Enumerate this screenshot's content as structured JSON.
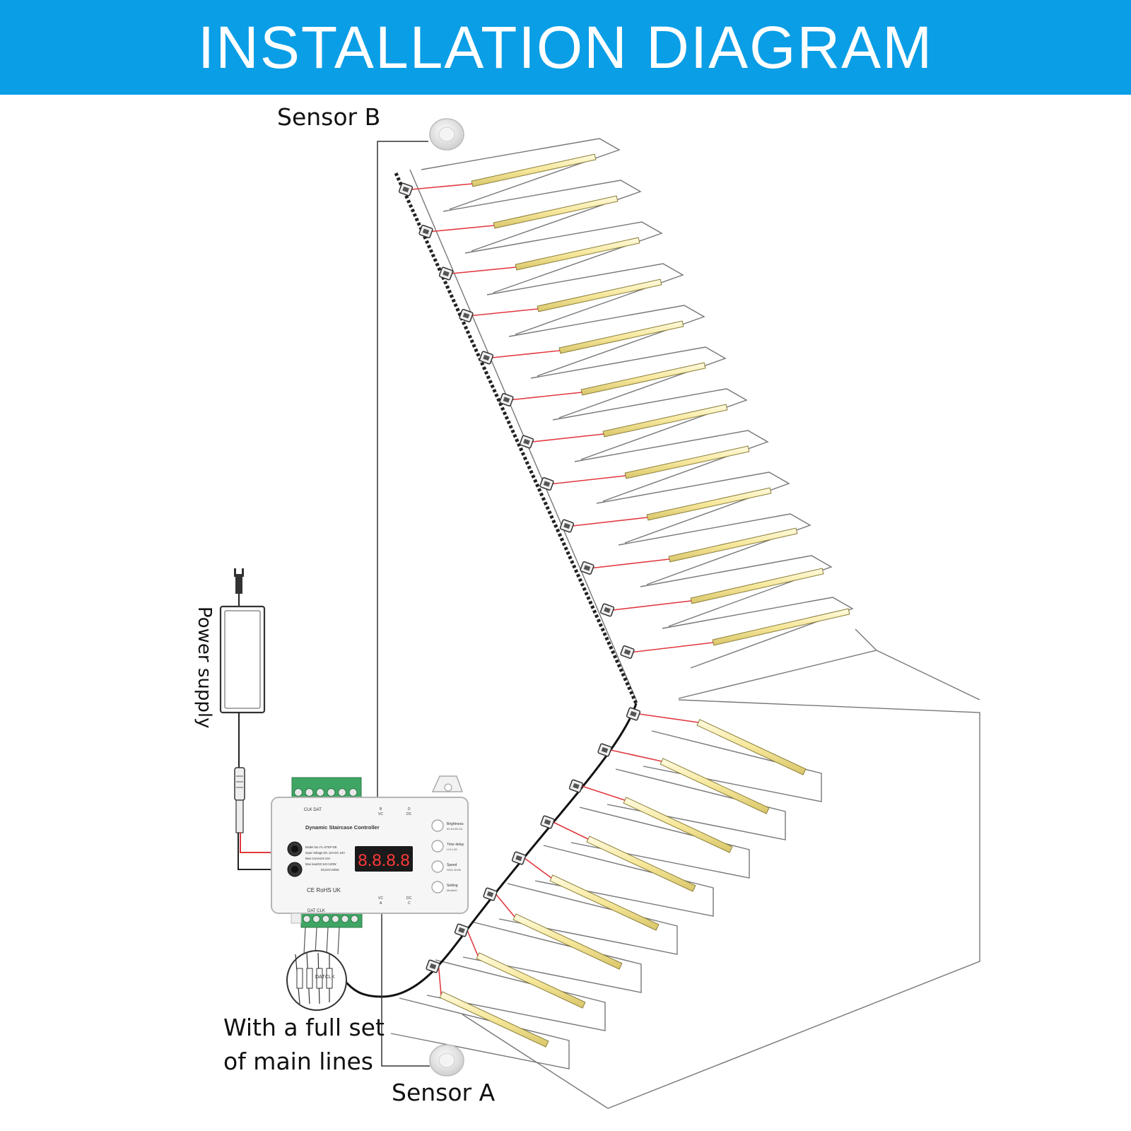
{
  "banner": {
    "title": "INSTALLATION DIAGRAM"
  },
  "labels": {
    "sensor_b": "Sensor B",
    "sensor_a": "Sensor A",
    "power_supply": "Power supply",
    "main_lines_1": "With a full set",
    "main_lines_2": "of main lines"
  },
  "controller": {
    "title": "Dynamic Staircase Controller",
    "display": "8.8.8.8",
    "model_line": "Model No.:FL-STEP-DE",
    "input_line": "Input Voltage:DC 12V-DC 24V",
    "current_line": "Max Current:6-10A",
    "power_line": "Max load:DC12V:120W",
    "power_line_2": "DC24V:240W",
    "top_terminal": "CLK DAT",
    "bottom_terminal": "DAT CLK",
    "port_b_top": "B",
    "port_b_bottom": "VC",
    "port_d_top": "D",
    "port_d_bottom": "DC",
    "port_vc": "VC",
    "port_a": "A",
    "port_dc": "DC",
    "port_c": "C",
    "buttons": [
      {
        "label": "Brightness",
        "sub": "00-DL/00-DL"
      },
      {
        "label": "Time delay",
        "sub": "L01-L30"
      },
      {
        "label": "Speed",
        "sub": "S001-S030"
      },
      {
        "label": "Setting",
        "sub": "Mode/IC"
      }
    ],
    "cert_marks": "CE RoHS UK"
  },
  "connector_wires": [
    "DAT",
    "CLK"
  ],
  "colors": {
    "banner": "#0a9ee6",
    "led_strip": "#f6e79a",
    "wire_red": "#e0393f",
    "line": "#444444",
    "terminal_green": "#3fa564"
  },
  "upper_flight_steps": 12,
  "lower_flight_steps": 8
}
